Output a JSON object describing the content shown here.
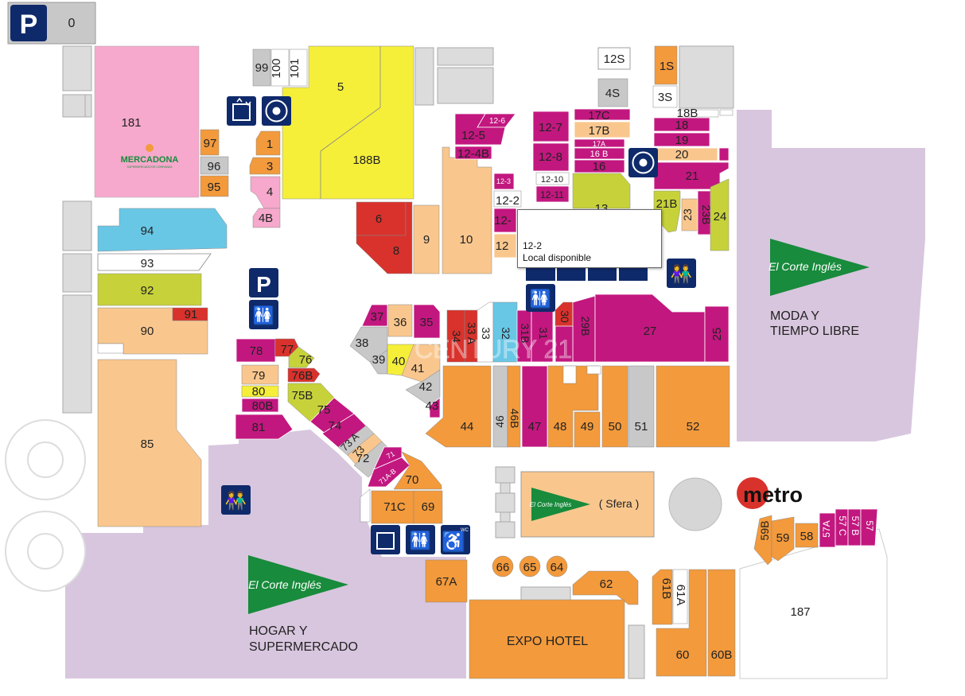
{
  "colors": {
    "magenta": "#c2177f",
    "orange": "#f39a3c",
    "peach": "#f9c78e",
    "yellow": "#f5ef3a",
    "lime": "#c7d23a",
    "red": "#d9322c",
    "grey": "#c8c8c8",
    "grey_light": "#dcdcdc",
    "lilac": "#d8c6de",
    "pink": "#f6a9cc",
    "sky": "#69c7e6",
    "navy": "#0f2a6a",
    "green": "#188b3c"
  },
  "parking": {
    "icon": "parking-icon",
    "label": "P",
    "counter": "0"
  },
  "stores": {
    "s181": "181",
    "s97": "97",
    "s96": "96",
    "s95": "95",
    "s99": "99",
    "s100": "100",
    "s101": "101",
    "s5": "5",
    "s188b": "188B",
    "s1": "1",
    "s3": "3",
    "s4": "4",
    "s4b": "4B",
    "s94": "94",
    "s93": "93",
    "s92": "92",
    "s91": "91",
    "s90": "90",
    "s85": "85",
    "s6": "6",
    "s8": "8",
    "s9": "9",
    "s10": "10",
    "s12_6": "12-6",
    "s12_5": "12-5",
    "s12_4b": "12-4B",
    "s12_3": "12-3",
    "s12_2": "12-2",
    "s12_1": "12-",
    "s12": "12",
    "s12_7": "12-7",
    "s12_8": "12-8",
    "s12_10": "12-10",
    "s12_11": "12-11",
    "s12s": "12S",
    "s4s": "4S",
    "s1s": "1S",
    "s3s": "3S",
    "s18b": "18B",
    "s17c": "17C",
    "s17b": "17B",
    "s17a": "17A",
    "s16b": "16 B",
    "s16": "16",
    "s13": "13",
    "s18": "18",
    "s19": "19",
    "s20": "20",
    "s21": "21",
    "s21b": "21B",
    "s23": "23",
    "s23b": "23B",
    "s24": "24",
    "s37": "37",
    "s36": "36",
    "s35": "35",
    "s38": "38",
    "s39": "39",
    "s40": "40",
    "s41": "41",
    "s42": "42",
    "s43": "43",
    "s34": "34",
    "s33a": "33 A",
    "s33": "33",
    "s32": "32",
    "s31b": "31B",
    "s31": "31",
    "s30": "30",
    "s29b": "29B",
    "s27": "27",
    "s25": "25",
    "s78": "78",
    "s77": "77",
    "s76": "76",
    "s79": "79",
    "s76b": "76B",
    "s80": "80",
    "s75b": "75B",
    "s80b": "80B",
    "s75": "75",
    "s74": "74",
    "s81": "81",
    "s73a": "73 A",
    "s73": "73",
    "s72": "72",
    "s71": "71",
    "s71ab": "71A-B",
    "s70": "70",
    "s71c": "71C",
    "s69": "69",
    "s44": "44",
    "s46": "46",
    "s46b": "46B",
    "s47": "47",
    "s48": "48",
    "s49": "49",
    "s50": "50",
    "s51": "51",
    "s52": "52",
    "s67a": "67A",
    "s66": "66",
    "s65": "65",
    "s64": "64",
    "s62": "62",
    "s61b": "61B",
    "s61a": "61A",
    "s60": "60",
    "s60b": "60B",
    "s59b": "59B",
    "s59": "59",
    "s58": "58",
    "s57a": "57A",
    "s57c": "57 C",
    "s57b": "57 B",
    "s57": "57",
    "s187": "187"
  },
  "anchors": {
    "mercadona": "MERCADONA",
    "mercadona_sub": "SUPERMERCADO DE CONFIANZA",
    "eci_logo": "El Corte Inglés",
    "sfera": "( Sfera )",
    "metro": "metro",
    "moda_line1": "MODA Y",
    "moda_line2": "TIEMPO LIBRE",
    "hogar_line1": "HOGAR Y",
    "hogar_line2": "SUPERMERCADO",
    "expo_hotel": "EXPO HOTEL",
    "watermark": "CENTURY 21"
  },
  "tooltip": {
    "title": "12-2",
    "text": "Local disponible"
  },
  "icons": {
    "wc_label": "WC"
  }
}
